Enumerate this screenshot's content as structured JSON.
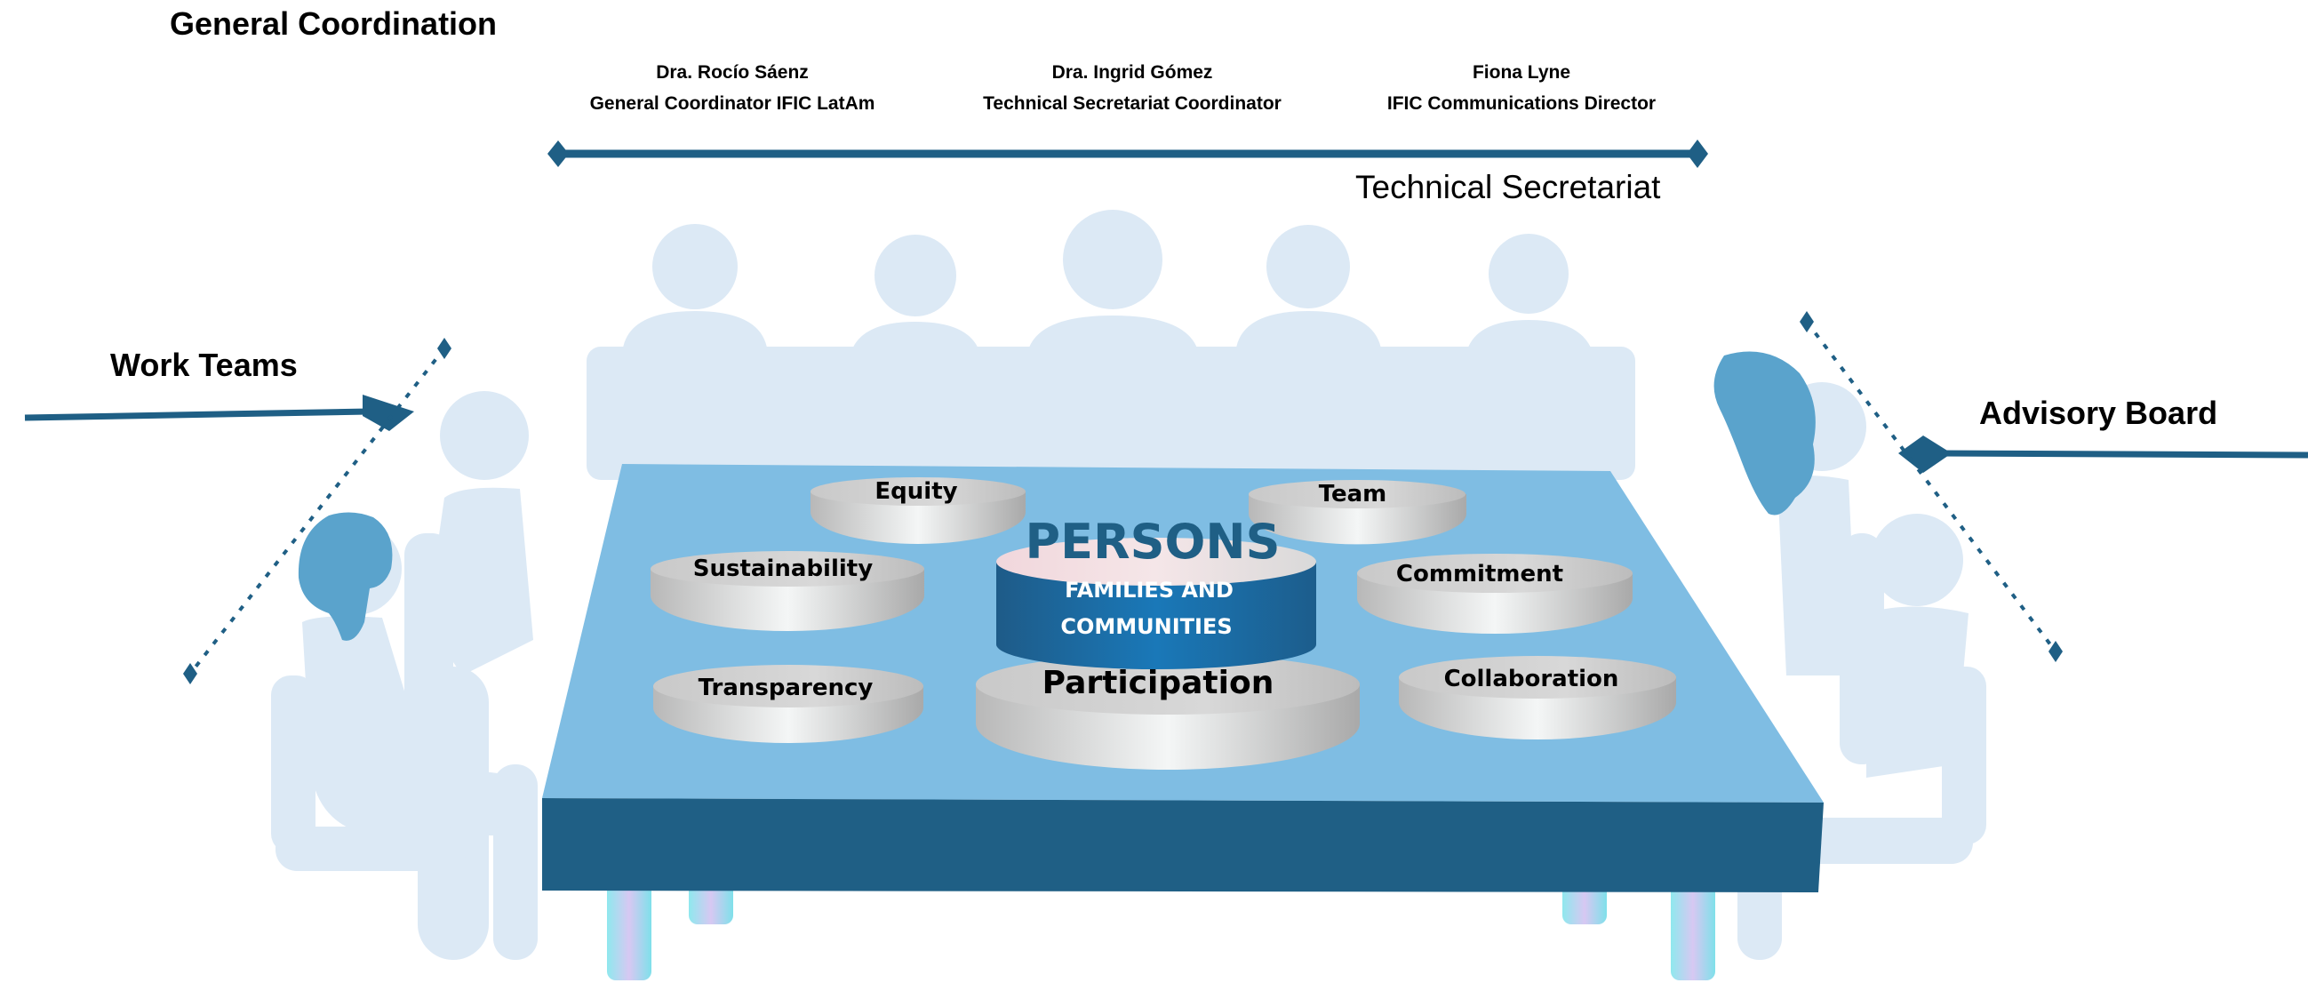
{
  "headings": {
    "general_coordination": "General Coordination",
    "work_teams": "Work Teams",
    "advisory_board": "Advisory Board",
    "technical_secretariat": "Technical Secretariat"
  },
  "people": [
    {
      "name": "Dra. Rocío Sáenz",
      "role": "General Coordinator IFIC LatAm"
    },
    {
      "name": "Dra. Ingrid Gómez",
      "role": "Technical Secretariat Coordinator"
    },
    {
      "name": "Fiona Lyne",
      "role": "IFIC Communications Director"
    }
  ],
  "center": {
    "title": "PERSONS",
    "subtitle_line1": "FAMILIES AND",
    "subtitle_line2": "COMMUNITIES"
  },
  "values": {
    "equity": "Equity",
    "team": "Team",
    "sustainability": "Sustainability",
    "commitment": "Commitment",
    "transparency": "Transparency",
    "participation": "Participation",
    "collaboration": "Collaboration"
  },
  "colors": {
    "navy": "#1f5f85",
    "table_top": "#7fbde3",
    "table_front": "#1f5f85",
    "silhouette": "#dce9f5",
    "hair": "#5aa3cc",
    "persons_text": "#1f5f85"
  }
}
